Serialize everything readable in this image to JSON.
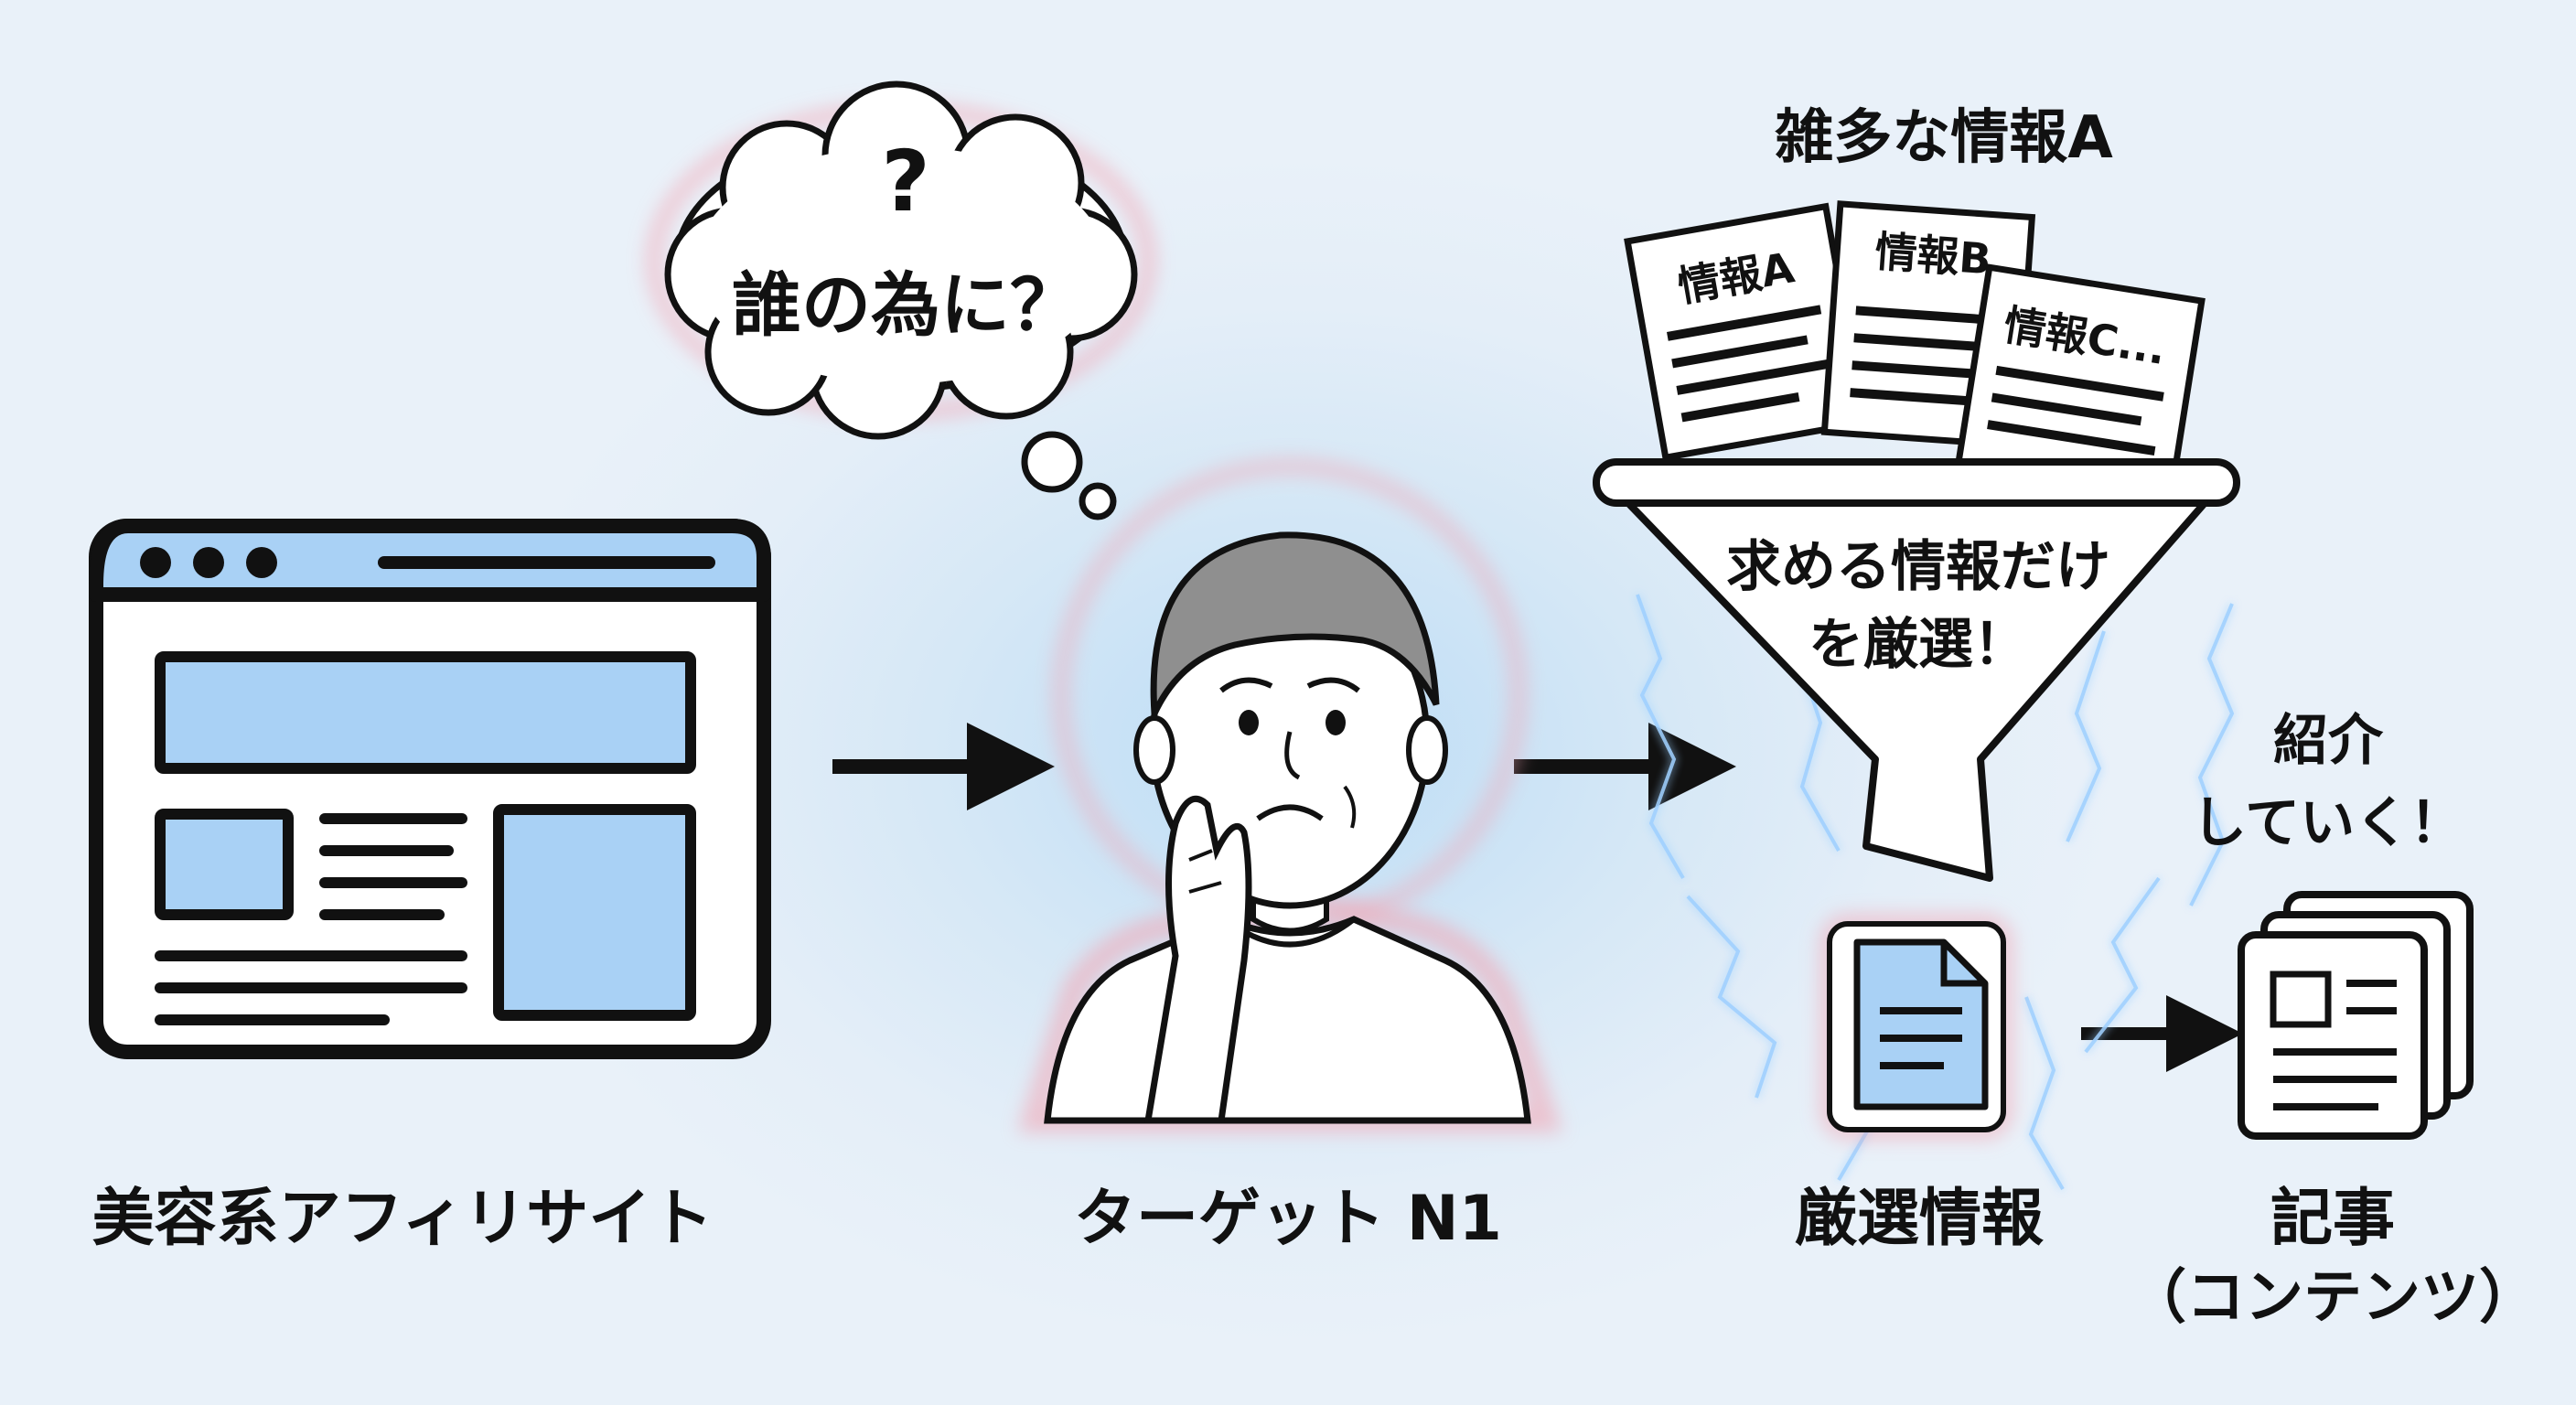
{
  "diagram": {
    "nodes": {
      "site_label": "美容系アフィリサイト",
      "target_label": "ターゲット N1",
      "thought_mark": "?",
      "thought_text": "誰の為に？",
      "funnel_top_title": "雑多な情報A",
      "docs": [
        "情報A",
        "情報B",
        "情報C..."
      ],
      "funnel_text_line1": "求める情報だけ",
      "funnel_text_line2": "を厳選！",
      "selected_label": "厳選情報",
      "intro_line1": "紹介",
      "intro_line2": "していく！",
      "article_label_line1": "記事",
      "article_label_line2": "（コンテンツ）"
    },
    "colors": {
      "accent_blue": "#a9d1f5",
      "stroke": "#111111",
      "glow_pink": "#f2a7b5",
      "lightning": "#9fd0ff"
    }
  }
}
